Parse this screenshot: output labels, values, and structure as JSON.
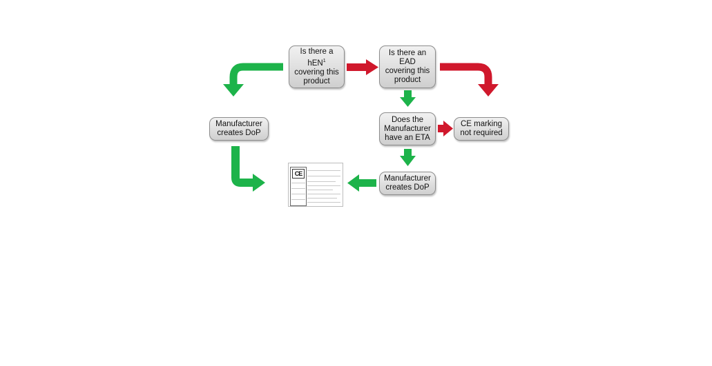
{
  "nodes": {
    "q_hen": {
      "line1": "Is there a",
      "line2_main": "hEN",
      "line2_sup": "1",
      "line3": "covering this",
      "line4": "product"
    },
    "q_ead": {
      "line1": "Is there an",
      "line2": "EAD",
      "line3": "covering this",
      "line4": "product"
    },
    "q_eta": {
      "line1": "Does the",
      "line2": "Manufacturer",
      "line3": "have an ETA"
    },
    "mfr_left": {
      "line1": "Manufacturer",
      "line2": "creates DoP"
    },
    "mfr_right": {
      "line1": "Manufacturer",
      "line2": "creates DoP"
    },
    "ce_not": {
      "line1": "CE marking",
      "line2": "not required"
    }
  },
  "document": {
    "ce_symbol": "CE"
  },
  "colors": {
    "yes_arrow": "#1db34a",
    "no_arrow": "#d0182c",
    "box_fill": "#dcdcdc",
    "box_border": "#8c8c8c"
  },
  "edges": [
    {
      "from": "q_hen",
      "to": "mfr_left",
      "color": "green"
    },
    {
      "from": "q_hen",
      "to": "q_ead",
      "color": "red"
    },
    {
      "from": "q_ead",
      "to": "q_eta",
      "color": "green"
    },
    {
      "from": "q_ead",
      "to": "ce_not",
      "color": "red"
    },
    {
      "from": "q_eta",
      "to": "ce_not",
      "color": "red"
    },
    {
      "from": "q_eta",
      "to": "mfr_right",
      "color": "green"
    },
    {
      "from": "mfr_right",
      "to": "document",
      "color": "green"
    },
    {
      "from": "mfr_left",
      "to": "document",
      "color": "green"
    }
  ]
}
